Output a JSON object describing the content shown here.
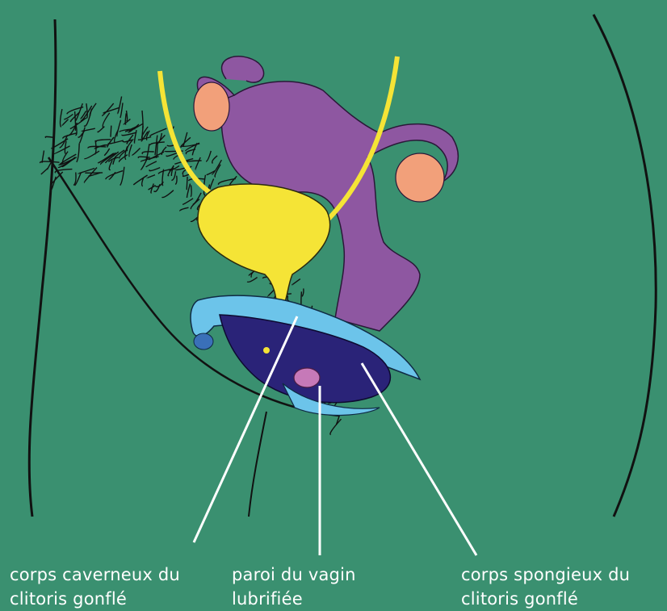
{
  "labels": {
    "corps_caverneux": {
      "line1": "corps caverneux du",
      "line2": "clitoris gonflé"
    },
    "paroi_vagin": {
      "line1": "paroi du vagin",
      "line2": "lubrifiée"
    },
    "corps_spongieux": {
      "line1": "corps spongieux du",
      "line2": "clitoris gonflé"
    }
  },
  "colors": {
    "background": "#3a9070",
    "uterus": "#8e57a1",
    "ovary": "#f2a07a",
    "bladder": "#f5e436",
    "clitoris_outer": "#6cc4ea",
    "clitoris_inner": "#2a2378",
    "vaginal_opening": "#c679b8",
    "leader_line": "#ffffff",
    "outline": "#111111"
  }
}
